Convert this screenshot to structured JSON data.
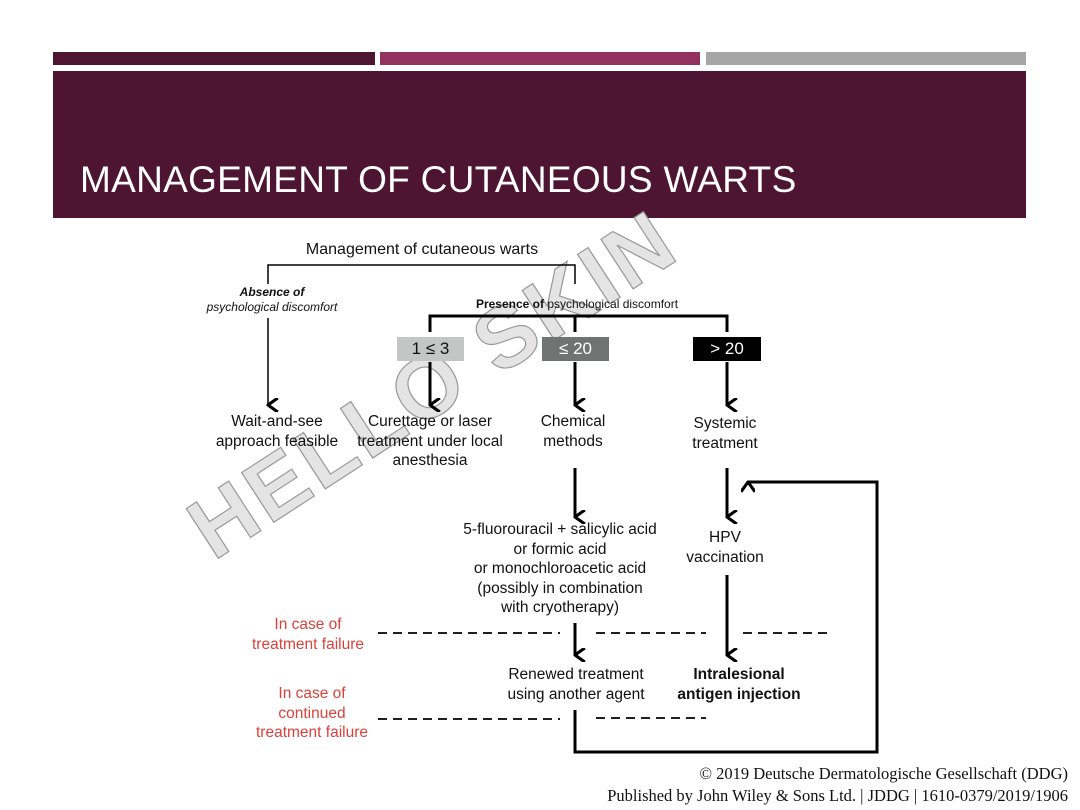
{
  "slide": {
    "title": "MANAGEMENT OF CUTANEOUS WARTS",
    "accent_colors": [
      "#4f1632",
      "#93325f",
      "#a6a6a6"
    ]
  },
  "diagram": {
    "root": "Management of cutaneous warts",
    "absence_bold": "Absence of",
    "absence_rest": "psychological discomfort",
    "presence_bold": "Presence of",
    "presence_rest": "psychological discomfort",
    "boxes": [
      "1 ≤ 3",
      "≤ 20",
      "> 20"
    ],
    "wait": [
      "Wait-and-see",
      "approach feasible"
    ],
    "curettage": [
      "Curettage or laser",
      "treatment under local",
      "anesthesia"
    ],
    "chemical": [
      "Chemical",
      "methods"
    ],
    "systemic": [
      "Systemic",
      "treatment"
    ],
    "acids": [
      "5-fluorouracil + salicylic acid",
      "or formic acid",
      "or monochloroacetic acid",
      "(possibly in combination",
      "with cryotherapy)"
    ],
    "hpv": [
      "HPV",
      "vaccination"
    ],
    "failure": [
      "In case of",
      "treatment failure"
    ],
    "renewed": [
      "Renewed treatment",
      "using another agent"
    ],
    "intralesional": [
      "Intralesional",
      "antigen injection"
    ],
    "continued": [
      "In case of",
      "continued",
      "treatment failure"
    ]
  },
  "watermark": "HELLO SKIN",
  "footer": {
    "line1": "© 2019 Deutsche Dermatologische Gesellschaft (DDG)",
    "line2": "Published by John Wiley & Sons Ltd. | JDDG | 1610-0379/2019/1906"
  }
}
